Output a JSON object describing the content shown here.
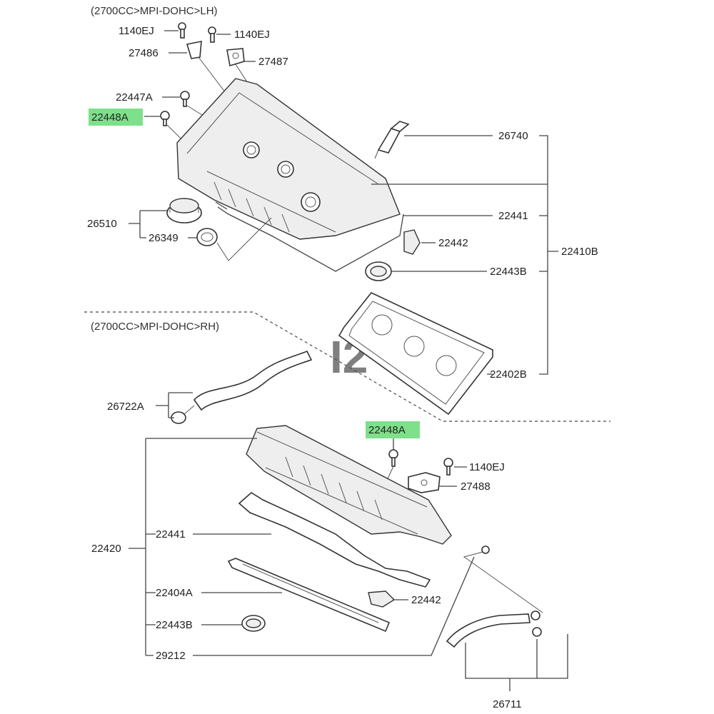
{
  "sections": {
    "lh_header": "(2700CC>MPI-DOHC>LH)",
    "rh_header": "(2700CC>MPI-DOHC>RH)"
  },
  "labels": {
    "lh_bolt_left": "1140EJ",
    "lh_bolt_right": "1140EJ",
    "p27486": "27486",
    "p27487": "27487",
    "p22447a": "22447A",
    "p22448a_lh": "22448A",
    "p26740": "26740",
    "p22441_lh": "22441",
    "p22442_lh": "22442",
    "p22410b": "22410B",
    "p22443b_lh": "22443B",
    "p26510": "26510",
    "p26349": "26349",
    "p22402b": "22402B",
    "p26722a": "26722A",
    "p22448a_rh": "22448A",
    "rh_bolt": "1140EJ",
    "p27488": "27488",
    "p22420": "22420",
    "p22441_rh": "22441",
    "p22404a": "22404A",
    "p22442_rh": "22442",
    "p22443b_rh": "22443B",
    "p29212": "29212",
    "p26711": "26711"
  },
  "watermark": "I2",
  "colors": {
    "highlight": "#7ee08a",
    "line": "#444444"
  }
}
